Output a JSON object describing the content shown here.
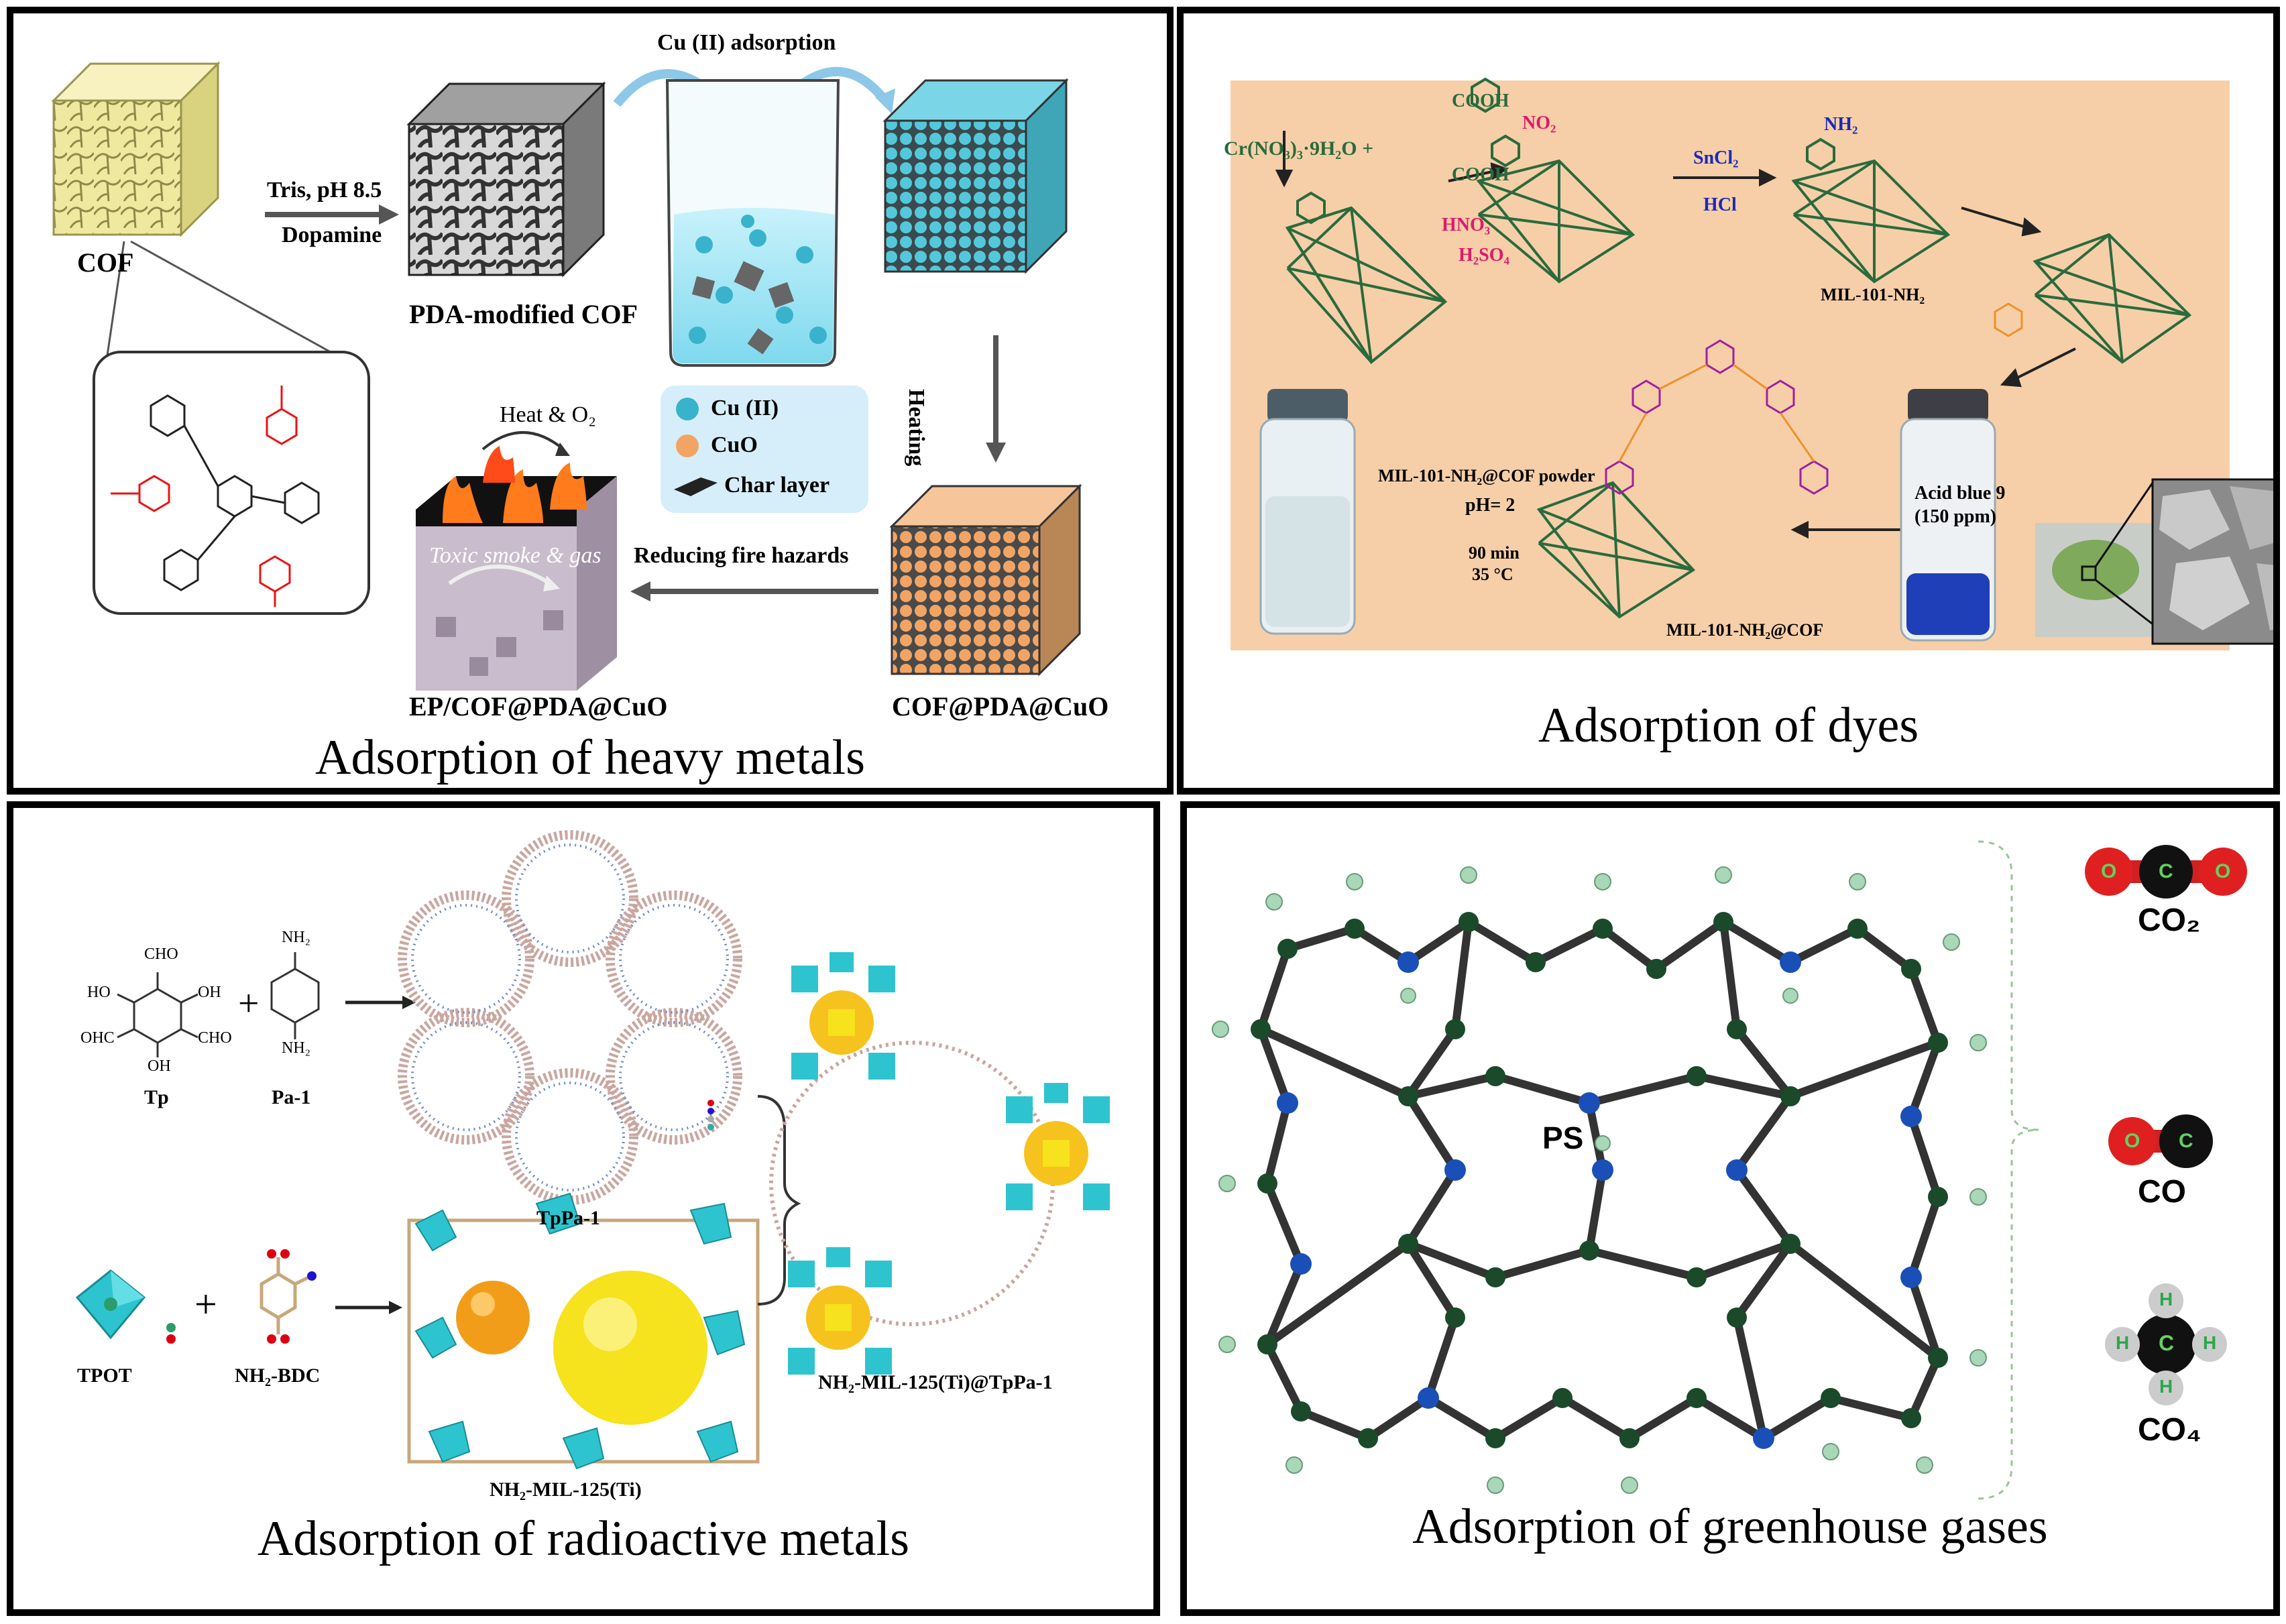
{
  "panels": {
    "heavy": {
      "caption": "Adsorption of heavy metals",
      "cof": "COF",
      "tris": "Tris, pH 8.5",
      "dopamine": "Dopamine",
      "pda_cof": "PDA-modified COF",
      "cu_adsorption": "Cu (II) adsorption",
      "heating": "Heating",
      "legend": [
        "Cu (II)",
        "CuO",
        "Char layer"
      ],
      "heat_o2": "Heat & O₂",
      "toxic": "Toxic smoke & gas",
      "reducing": "Reducing fire hazards",
      "ep_label": "EP/COF@PDA@CuO",
      "cof_cuo": "COF@PDA@CuO",
      "colors": {
        "cof": "#efe9a0",
        "cu": "#4fc6d8",
        "cuo": "#f2a060",
        "char": "#222222"
      }
    },
    "dyes": {
      "caption": "Adsorption of dyes",
      "cr": "Cr(NO₃)₃·9H₂O  +",
      "cooh": "COOH",
      "no2": "NO₂",
      "nh2": "NH₂",
      "hno3": "HNO₃",
      "h2so4": "H₂SO₄",
      "sncl2": "SnCl₂",
      "hcl": "HCl",
      "mil": "MIL-101-NH₂",
      "mil_cof_powder": "MIL-101-NH₂@COF powder",
      "ph": "pH= 2",
      "time": "90 min",
      "temp": "35 °C",
      "acid": "Acid blue 9",
      "ppm": "(150 ppm)",
      "mil_cof": "MIL-101-NH₂@COF",
      "bg": "#f6cfa8"
    },
    "radio": {
      "caption": "Adsorption of radioactive metals",
      "tp": "Tp",
      "pa": "Pa-1",
      "tppa": "TpPa-1",
      "tpot": "TPOT",
      "nh2bdc": "NH₂-BDC",
      "mil125": "NH₂-MIL-125(Ti)",
      "composite": "NH₂-MIL-125(Ti)@TpPa-1",
      "cho": "CHO",
      "oh": "OH",
      "ho": "HO",
      "ohc": "OHC",
      "nh2": "NH₂"
    },
    "gases": {
      "caption": "Adsorption of greenhouse gases",
      "ps": "PS",
      "co2": "CO₂",
      "co": "CO",
      "co4": "CO₄",
      "atom_o": "O",
      "atom_c": "C",
      "atom_h": "H"
    }
  }
}
